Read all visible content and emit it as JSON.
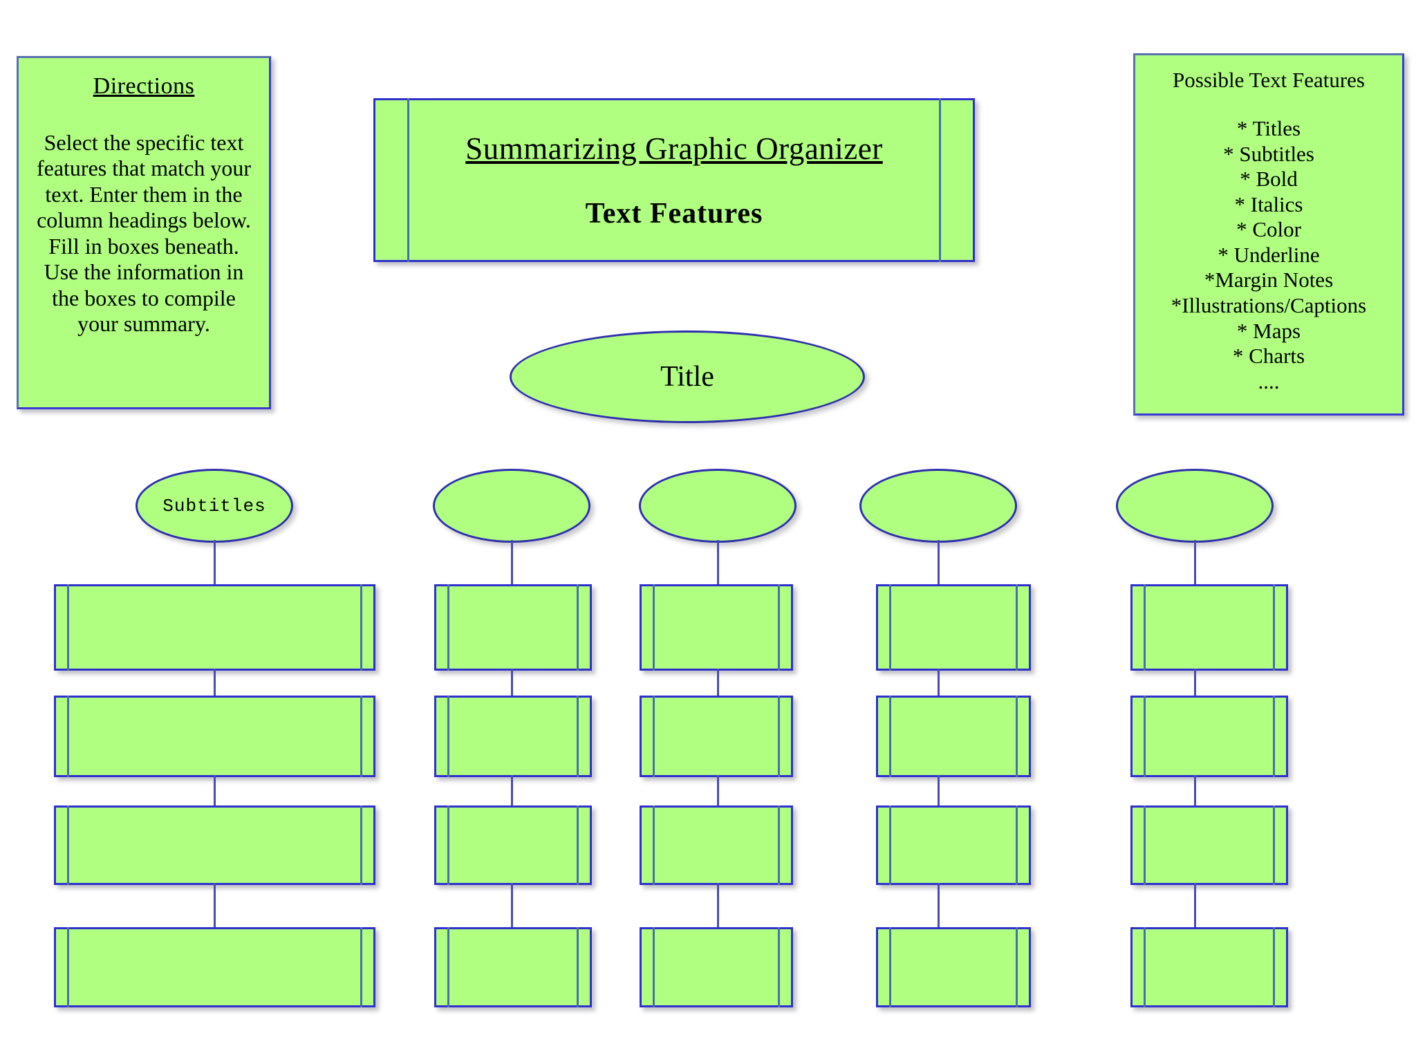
{
  "page": {
    "background": "#ffffff",
    "fill_color": "#b0ff80",
    "border_color": "#2f2fd0",
    "connector_color": "#4a4ab4"
  },
  "directions": {
    "title": "Directions",
    "body": "Select the specific text features that match your text.  Enter them in the column headings below.  Fill in boxes beneath. Use the information in the boxes to compile your summary."
  },
  "header_card": {
    "line1": "Summarizing Graphic Organizer",
    "line2": "Text Features"
  },
  "features_panel": {
    "title": "Possible Text Features",
    "items": [
      "* Titles",
      "* Subtitles",
      "* Bold",
      "* Italics",
      "* Color",
      "* Underline",
      "*Margin Notes",
      "*Illustrations/Captions",
      "* Maps",
      "* Charts",
      "...."
    ]
  },
  "title_node": {
    "label": "Title"
  },
  "columns": [
    {
      "heading": "Subtitles",
      "boxes": [
        "",
        "",
        "",
        ""
      ]
    },
    {
      "heading": "",
      "boxes": [
        "",
        "",
        "",
        ""
      ]
    },
    {
      "heading": "",
      "boxes": [
        "",
        "",
        "",
        ""
      ]
    },
    {
      "heading": "",
      "boxes": [
        "",
        "",
        "",
        ""
      ]
    },
    {
      "heading": "",
      "boxes": [
        "",
        "",
        "",
        ""
      ]
    }
  ]
}
